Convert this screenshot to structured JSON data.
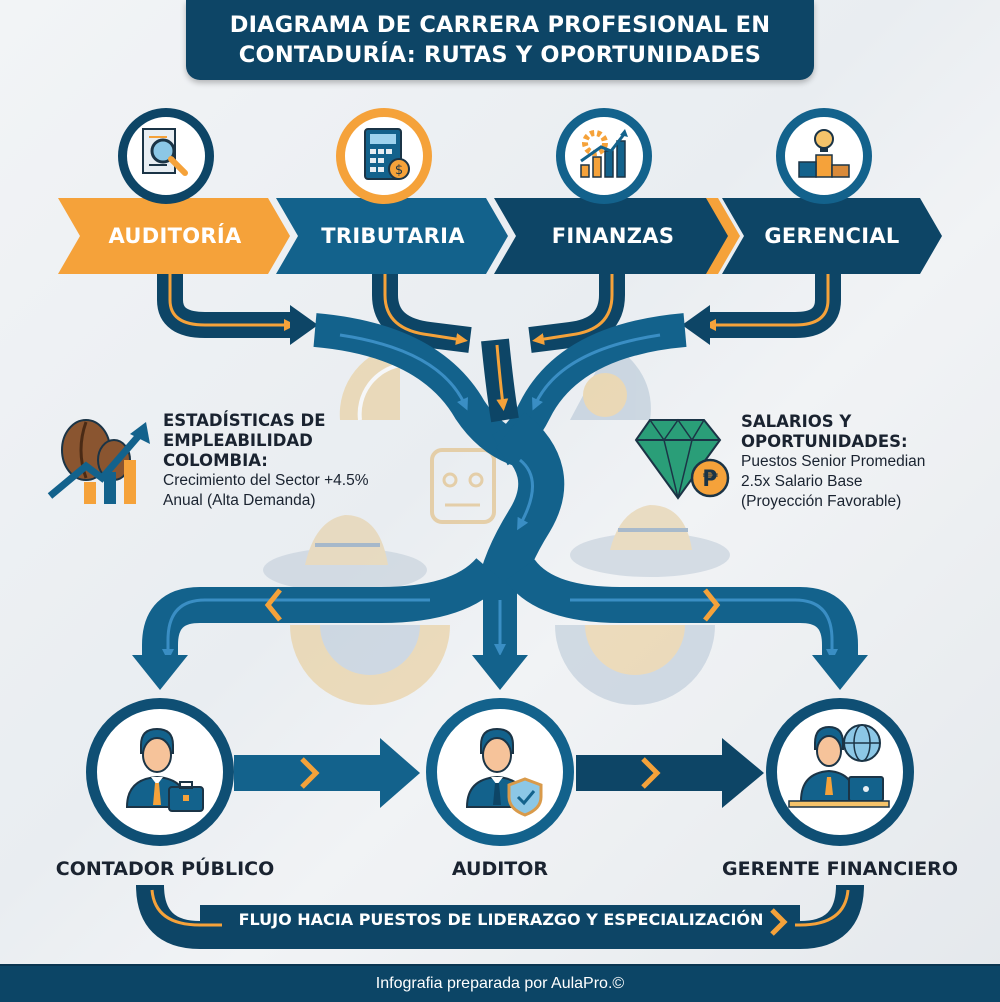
{
  "title": {
    "line1": "DIAGRAMA DE CARRERA PROFESIONAL EN",
    "line2": "CONTADURÍA: RUTAS Y OPORTUNIDADES"
  },
  "areas": [
    {
      "label": "AUDITORÍA",
      "icon": "document-magnifier-icon",
      "color": "#f5a23a"
    },
    {
      "label": "TRIBUTARIA",
      "icon": "calculator-coin-icon",
      "color": "#13628c"
    },
    {
      "label": "FINANZAS",
      "icon": "gear-growth-chart-icon",
      "color": "#0f4f74"
    },
    {
      "label": "GERENCIAL",
      "icon": "lightbulb-podium-icon",
      "color": "#0f4f74"
    }
  ],
  "stats": {
    "title_lines": [
      "ESTADÍSTICAS DE",
      "EMPLEABILIDAD",
      "COLOMBIA:"
    ],
    "body_lines": [
      "Crecimiento del Sector +4.5%",
      "Anual (Alta Demanda)"
    ],
    "icon": "coffee-beans-growth-icon"
  },
  "salaries": {
    "title_lines": [
      "SALARIOS Y",
      "OPORTUNIDADES:"
    ],
    "body_lines": [
      "Puestos Senior Promedian",
      "2.5x Salario Base",
      "(Proyección Favorable)"
    ],
    "icon": "diamond-peso-icon",
    "currency_symbol": "₱"
  },
  "roles": [
    {
      "label": "CONTADOR PÚBLICO",
      "icon": "person-briefcase-icon"
    },
    {
      "label": "AUDITOR",
      "icon": "person-shield-icon"
    },
    {
      "label": "GERENTE FINANCIERO",
      "icon": "person-laptop-globe-icon"
    }
  ],
  "flow_banner": "FLUJO HACIA PUESTOS DE LIDERAZGO Y ESPECIALIZACIÓN",
  "footer": "Infografia preparada por AulaPro.©",
  "colors": {
    "navy": "#0c4566",
    "blue": "#13628c",
    "orange": "#f5a23a",
    "text": "#1a2330",
    "background": "#eef1f4"
  }
}
